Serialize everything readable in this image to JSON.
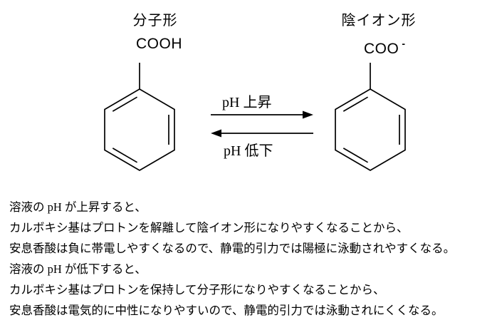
{
  "diagram": {
    "left_form_label": "分子形",
    "right_form_label": "陰イオン形",
    "left_group": "COOH",
    "right_group": "COO",
    "right_charge": "-",
    "forward_arrow_label": "pH 上昇",
    "reverse_arrow_label": "pH 低下"
  },
  "description": {
    "lines": [
      "溶液の pH が上昇すると、",
      "カルボキシ基はプロトンを解離して陰イオン形になりやすくなることから、",
      "安息香酸は負に帯電しやすくなるので、静電的引力では陽極に泳動されやすくなる。",
      "溶液の pH が低下すると、",
      "カルボキシ基はプロトンを保持して分子形になりやすくなることから、",
      "安息香酸は電気的に中性になりやすいので、静電的引力では泳動されにくくなる。"
    ]
  }
}
